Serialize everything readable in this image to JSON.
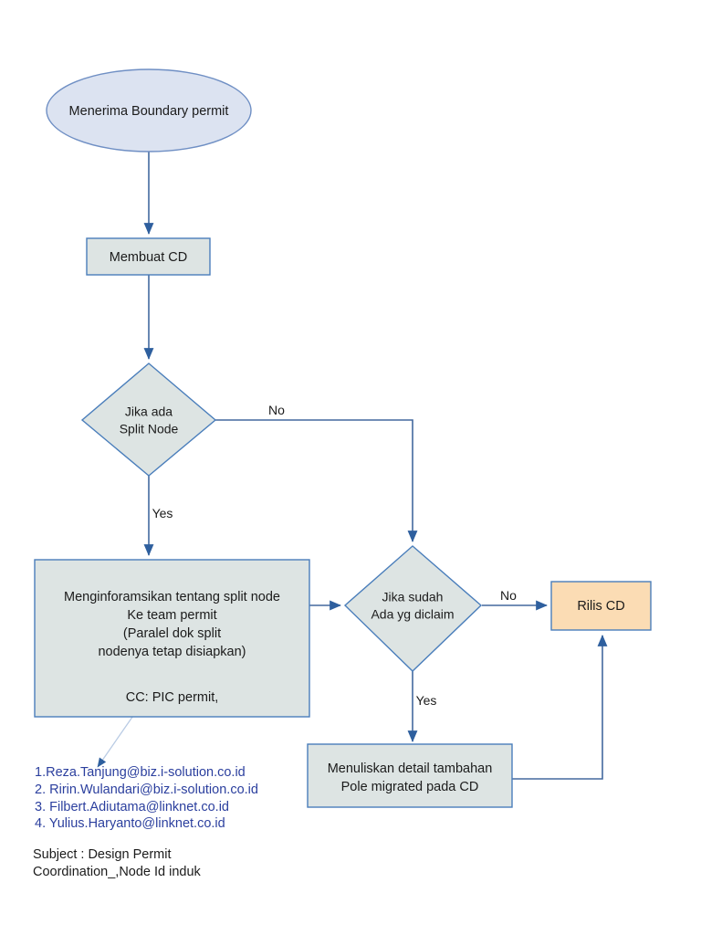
{
  "diagram": {
    "title": "Design Permit Coordination flowchart",
    "colors": {
      "start_fill": "#dce3f1",
      "process_fill": "#dde4e3",
      "release_fill": "#fbdcb4",
      "shape_stroke": "#4a7ebb",
      "connector": "#43699e",
      "email_text": "#2b3f9e"
    },
    "nodes": {
      "start": {
        "shape": "ellipse",
        "label": "Menerima Boundary permit"
      },
      "membuat_cd": {
        "shape": "rectangle",
        "label": "Membuat CD"
      },
      "decision_split_node": {
        "shape": "diamond",
        "line1": "Jika ada",
        "line2": "Split Node"
      },
      "info_split_node": {
        "shape": "rectangle",
        "line1": "Menginforamsikan tentang split node",
        "line2": "Ke team permit",
        "line3": "(Paralel dok split",
        "line4": "nodenya tetap disiapkan)",
        "line5": "CC: PIC permit,"
      },
      "decision_claim": {
        "shape": "diamond",
        "line1": "Jika sudah",
        "line2": "Ada yg diclaim"
      },
      "rilis_cd": {
        "shape": "rectangle",
        "label": "Rilis CD"
      },
      "detail_tambahan": {
        "shape": "rectangle",
        "line1": "Menuliskan detail tambahan",
        "line2": "Pole migrated pada CD"
      }
    },
    "edge_labels": {
      "split_no": "No",
      "split_yes": "Yes",
      "claim_no": "No",
      "claim_yes": "Yes"
    },
    "emails": [
      "1.Reza.Tanjung@biz.i-solution.co.id",
      "2. Ririn.Wulandari@biz.i-solution.co.id",
      "3. Filbert.Adiutama@linknet.co.id",
      "4. Yulius.Haryanto@linknet.co.id"
    ],
    "subject": {
      "line1": "Subject : Design Permit",
      "line2": "Coordination_,Node Id induk"
    }
  }
}
